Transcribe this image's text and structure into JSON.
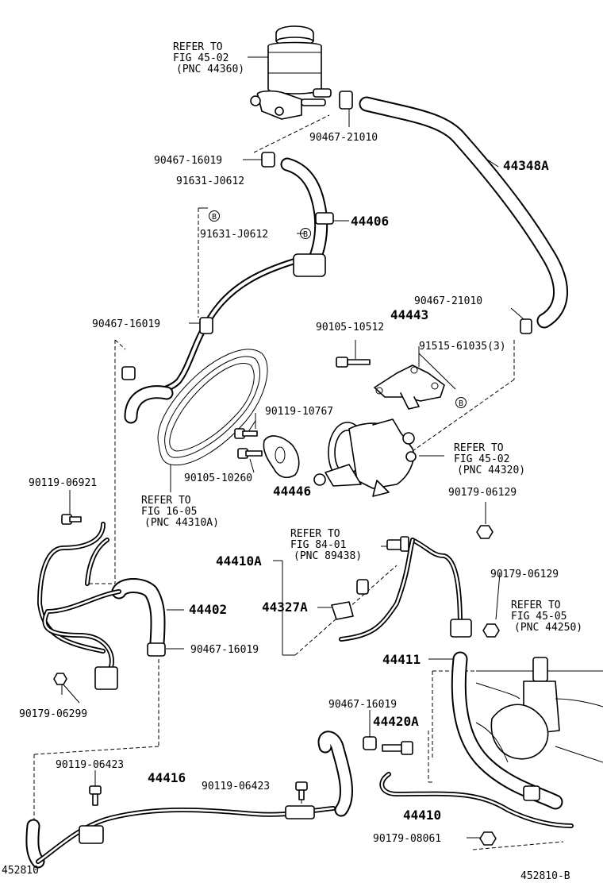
{
  "callouts": {
    "reservoir_ref": [
      "REFER TO",
      "FIG 45-02",
      "(PNC 44360)"
    ],
    "clamp_top": "90467-21010",
    "clamp_16019_a": "90467-16019",
    "clip_j0612_a": "91631-J0612",
    "clip_j0612_b": "91631-J0612",
    "hose_44348A": "44348A",
    "hose_44406": "44406",
    "clamp_16019_b": "90467-16019",
    "clamp_21010_b": "90467-21010",
    "bracket_44443": "44443",
    "bolt_10512": "90105-10512",
    "clip_61035": "91515-61035(3)",
    "bolt_10767": "90119-10767",
    "pump_ref": [
      "REFER TO",
      "FIG 45-02",
      "(PNC 44320)"
    ],
    "belt_ref": [
      "REFER TO",
      "FIG 16-05",
      "(PNC 44310A)"
    ],
    "bolt_10260": "90105-10260",
    "plate_44446": "44446",
    "bolt_06921": "90119-06921",
    "nut_06129_a": "90179-06129",
    "switch_ref": [
      "REFER TO",
      "FIG 84-01",
      "(PNC 89438)"
    ],
    "tube_44410A": "44410A",
    "nut_06129_b": "90179-06129",
    "hose_44402": "44402",
    "clamp_44327A": "44327A",
    "gear_ref": [
      "REFER TO",
      "FIG 45-05",
      "(PNC 44250)"
    ],
    "clamp_16019_c": "90467-16019",
    "hose_44411": "44411",
    "nut_06299": "90179-06299",
    "clamp_16019_d": "90467-16019",
    "union_44420A": "44420A",
    "bolt_06423_a": "90119-06423",
    "tube_44416": "44416",
    "bolt_06423_b": "90119-06423",
    "tube_44410": "44410",
    "nut_08061": "90179-08061"
  },
  "symbols": {
    "circle_letter": "B"
  },
  "footer": {
    "left_code": "452810",
    "right_code": "452810-B"
  }
}
